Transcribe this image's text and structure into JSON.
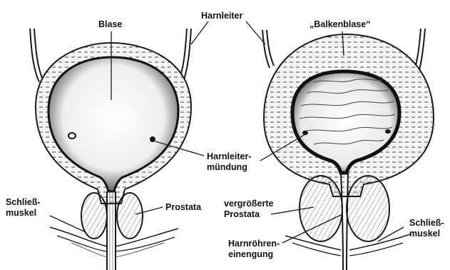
{
  "labels": {
    "blase": "Blase",
    "harnleiter": "Harnleiter",
    "balkenblase": "„Balkenblase“",
    "harnleitermuendung": [
      "Harnleiter-",
      "mündung"
    ],
    "schliessmuskel_left": [
      "Schließ-",
      "muskel"
    ],
    "prostata": "Prostata",
    "vergroesserte_prostata": [
      "vergrößerte",
      "Prostata"
    ],
    "harnroehreneinengung": [
      "Harnröhren-",
      "einengung"
    ],
    "schliessmuskel_right": [
      "Schließ-",
      "muskel"
    ]
  },
  "colors": {
    "ink": "#1a1a1a",
    "paper": "#ffffff",
    "wall": "#f2f2f2",
    "inner": "#2a2a2a",
    "lumen": "#f7f7f7"
  }
}
